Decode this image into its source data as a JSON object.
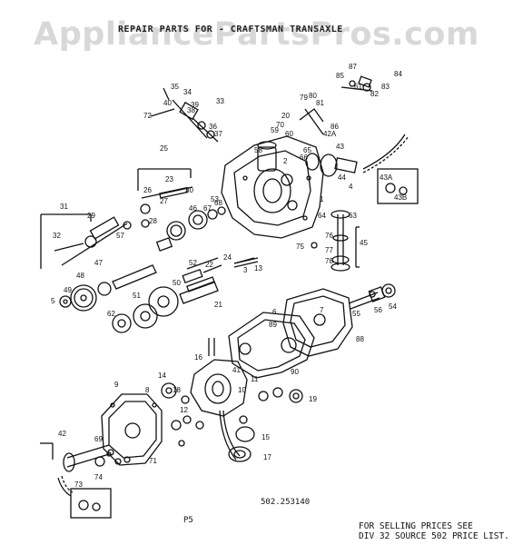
{
  "header": {
    "watermark": "AppliancePartsPros.com",
    "title": "REPAIR PARTS FOR - CRAFTSMAN TRANSAXLE"
  },
  "footer": {
    "part_number": "502.253140",
    "page": "P5",
    "note_line1": "FOR SELLING PRICES SEE",
    "note_line2": "DIV 32 SOURCE 502 PRICE LIST."
  },
  "callouts": [
    "1",
    "2",
    "3",
    "4",
    "5",
    "6",
    "7",
    "8",
    "9",
    "10",
    "11",
    "12",
    "13",
    "14",
    "15",
    "16",
    "17",
    "18",
    "19",
    "20",
    "21",
    "22",
    "23",
    "24",
    "25",
    "26",
    "27",
    "28",
    "29",
    "30",
    "31",
    "32",
    "33",
    "34",
    "35",
    "36",
    "37",
    "38",
    "39",
    "40",
    "41",
    "42",
    "42A",
    "43",
    "43A",
    "43B",
    "44",
    "45",
    "46",
    "47",
    "48",
    "49",
    "50",
    "51",
    "52",
    "53",
    "54",
    "55",
    "56",
    "57",
    "58",
    "59",
    "60",
    "61",
    "62",
    "63",
    "64",
    "65",
    "66",
    "67",
    "68",
    "69",
    "70",
    "71",
    "72",
    "73",
    "74",
    "75",
    "76",
    "77",
    "78",
    "79",
    "80",
    "81",
    "82",
    "83",
    "84",
    "85",
    "86",
    "87",
    "88",
    "89",
    "90"
  ]
}
